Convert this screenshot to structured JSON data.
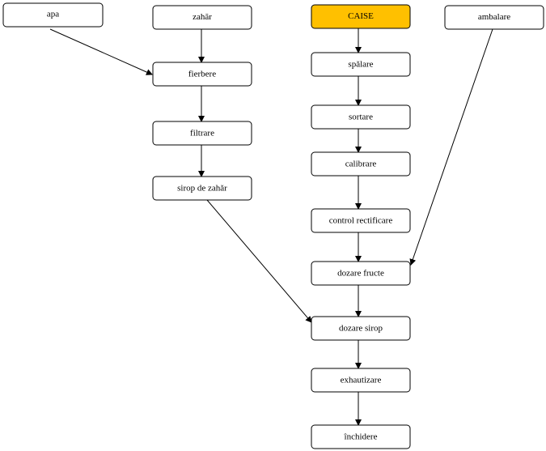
{
  "nodes": [
    {
      "id": "apa",
      "label": "apa"
    },
    {
      "id": "zahar",
      "label": "zahăr"
    },
    {
      "id": "caise",
      "label": "CAISE",
      "fill": "#FFC000"
    },
    {
      "id": "ambalare",
      "label": "ambalare"
    },
    {
      "id": "fierbere",
      "label": "fierbere"
    },
    {
      "id": "spalare",
      "label": "spălare"
    },
    {
      "id": "sortare",
      "label": "sortare"
    },
    {
      "id": "filtrare",
      "label": "filtrare"
    },
    {
      "id": "calibrare",
      "label": "calibrare"
    },
    {
      "id": "sirop",
      "label": "sirop de zahăr"
    },
    {
      "id": "control",
      "label": "control rectificare"
    },
    {
      "id": "dozare_fructe",
      "label": "dozare fructe"
    },
    {
      "id": "dozare_sirop",
      "label": "dozare sirop"
    },
    {
      "id": "exhautizare",
      "label": "exhautizare"
    },
    {
      "id": "inchidere",
      "label": "închidere"
    }
  ],
  "edges": [
    {
      "from": "apa",
      "to": "fierbere"
    },
    {
      "from": "zahar",
      "to": "fierbere"
    },
    {
      "from": "fierbere",
      "to": "filtrare"
    },
    {
      "from": "filtrare",
      "to": "sirop"
    },
    {
      "from": "sirop",
      "to": "dozare_sirop"
    },
    {
      "from": "caise",
      "to": "spalare"
    },
    {
      "from": "spalare",
      "to": "sortare"
    },
    {
      "from": "sortare",
      "to": "calibrare"
    },
    {
      "from": "calibrare",
      "to": "control"
    },
    {
      "from": "control",
      "to": "dozare_fructe"
    },
    {
      "from": "ambalare",
      "to": "dozare_fructe"
    },
    {
      "from": "dozare_fructe",
      "to": "dozare_sirop"
    },
    {
      "from": "dozare_sirop",
      "to": "exhautizare"
    },
    {
      "from": "exhautizare",
      "to": "inchidere"
    }
  ]
}
